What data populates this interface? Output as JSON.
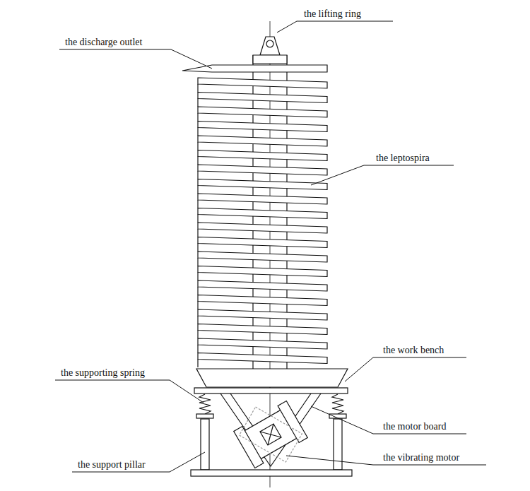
{
  "diagram": {
    "labels": [
      "the lifting ring",
      "the discharge outlet",
      "the leptospira",
      "the work bench",
      "the supporting spring",
      "the motor board",
      "the support pillar",
      "the vibrating motor"
    ]
  }
}
